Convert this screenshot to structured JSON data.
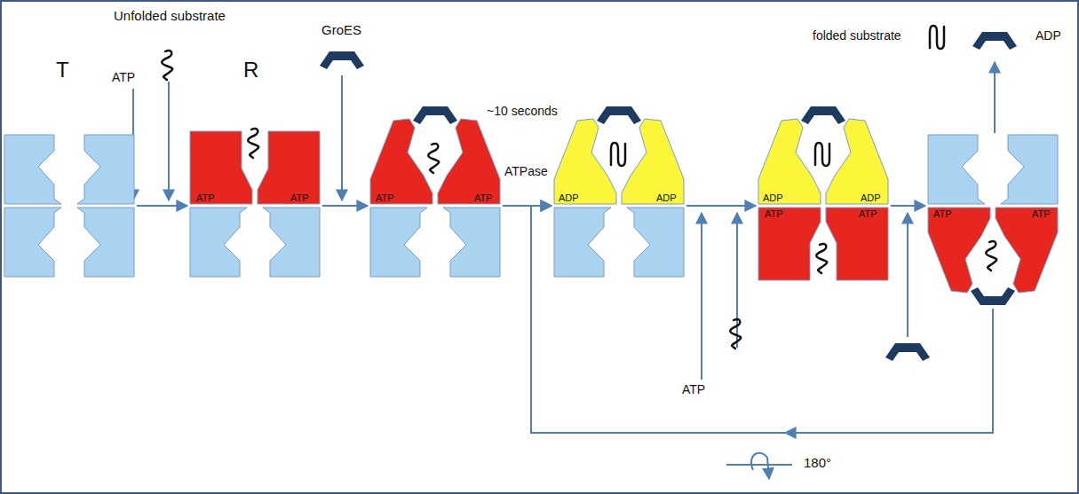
{
  "diagram": {
    "nodes": [
      {
        "text": [
          "T"
        ]
      },
      {
        "text": [
          "R",
          "ATP",
          "ATP"
        ]
      },
      {
        "text": [
          "ATP",
          "ATP"
        ]
      },
      {
        "text": [
          "ADP",
          "ADP"
        ]
      },
      {
        "text": [
          "ADP",
          "ADP",
          "ATP",
          "ATP"
        ]
      },
      {
        "text": [
          "ATP",
          "ATP"
        ]
      }
    ],
    "edges": [
      {
        "from": 0,
        "to": 1,
        "arrow": "to"
      },
      {
        "from": 1,
        "to": 2,
        "arrow": "to"
      },
      {
        "from": 2,
        "to": 3,
        "label": "ATPase",
        "arrow": "to"
      },
      {
        "from": 3,
        "to": 4,
        "arrow": "to"
      },
      {
        "from": 4,
        "to": 5,
        "arrow": "to"
      },
      {
        "from": 5,
        "to": 3,
        "arrow": "to"
      }
    ],
    "labels": [
      "Unfolded substrate",
      "ATP",
      "GroES",
      "~10 seconds",
      "folded substrate",
      "ADP",
      "ATP",
      "180°"
    ]
  }
}
